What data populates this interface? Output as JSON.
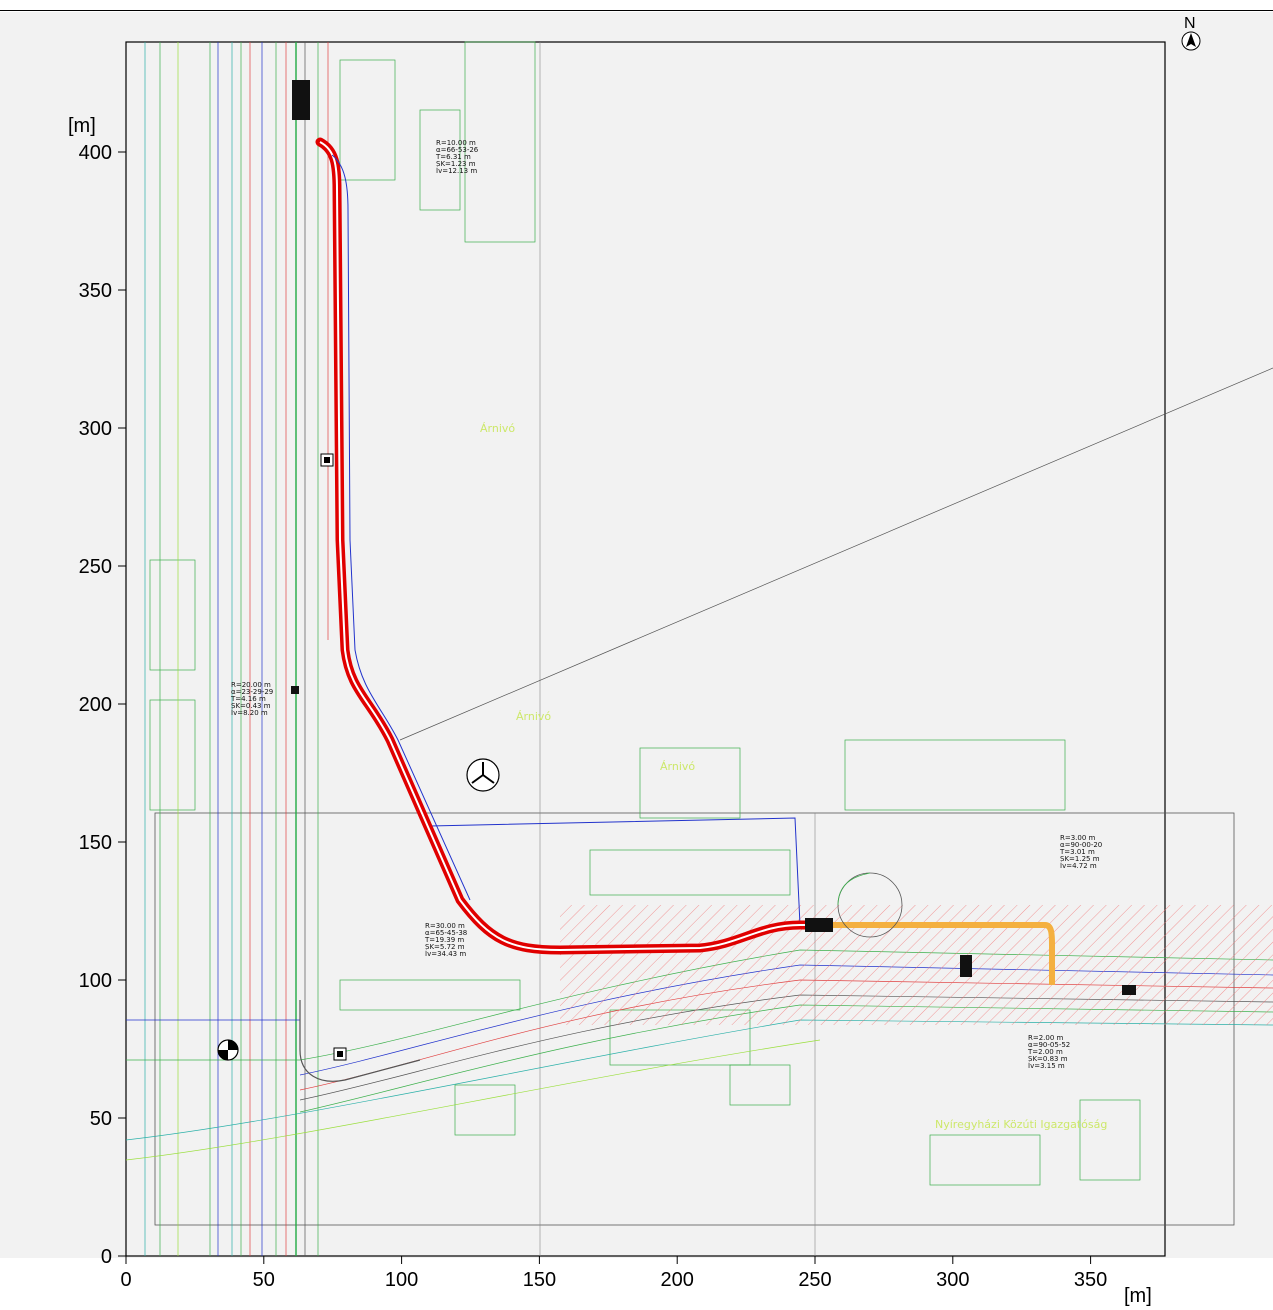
{
  "north_label": "N",
  "axes": {
    "x_unit": "[m]",
    "y_unit": "[m]",
    "x_ticks": [
      "0",
      "50",
      "100",
      "150",
      "200",
      "250",
      "300",
      "350"
    ],
    "y_ticks": [
      "0",
      "50",
      "100",
      "150",
      "200",
      "250",
      "300",
      "350",
      "400"
    ]
  },
  "curves": [
    {
      "lines": [
        "R=10.00 m",
        "α=66-53-26",
        "T=6.31 m",
        "SK=1.23 m",
        "Ív=12.13 m"
      ]
    },
    {
      "lines": [
        "R=20.00 m",
        "α=23-29-29",
        "T=4.16 m",
        "SK=0.43 m",
        "Ív=8.20 m"
      ]
    },
    {
      "lines": [
        "R=30.00 m",
        "α=65-45-38",
        "T=19.39 m",
        "SK=5.72 m",
        "Ív=34.43 m"
      ]
    },
    {
      "lines": [
        "R=3.00 m",
        "α=90-00-20",
        "T=3.01 m",
        "SK=1.25 m",
        "Ív=4.72 m"
      ]
    },
    {
      "lines": [
        "R=2.00 m",
        "α=90-05-52",
        "T=2.00 m",
        "SK=0.83 m",
        "Ív=3.15 m"
      ]
    }
  ],
  "area_labels": {
    "arnivo_1": "Árnivó",
    "arnivo_2": "Árnivó",
    "arnivo_3": "Árnivó",
    "agency": "Nyíregyházi Közúti Igazgatóság"
  },
  "colors": {
    "route": "#e00000",
    "utility_green": "#22aa44",
    "utility_blue": "#2233cc",
    "hatch": "#f07070",
    "plan_bg": "#f2f2f2"
  }
}
